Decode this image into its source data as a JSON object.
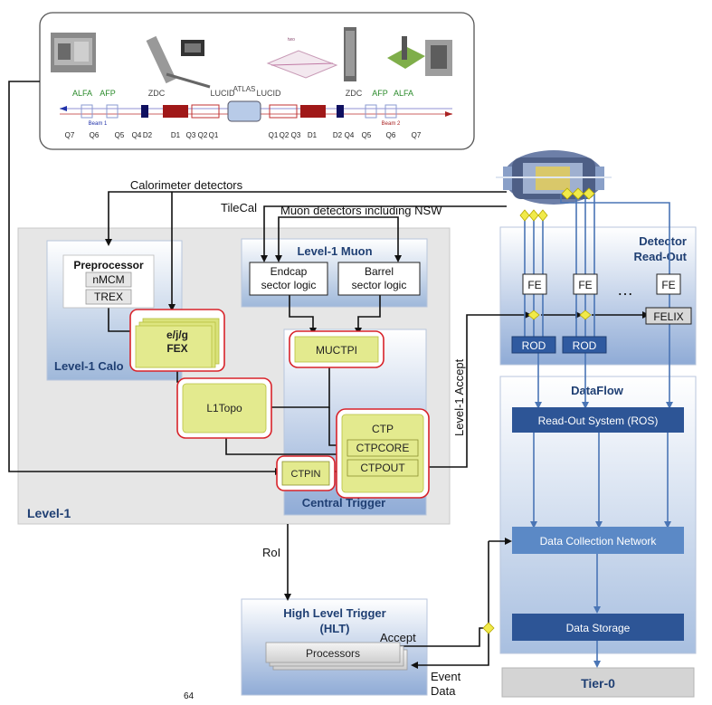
{
  "beamline": {
    "labels_top": [
      "ALFA",
      "AFP",
      "ZDC",
      "LUCID",
      "ATLAS",
      "LUCID",
      "ZDC",
      "AFP",
      "ALFA"
    ],
    "labels_bottom": [
      "Q7",
      "Q6",
      "Q5",
      "Q4",
      "D2",
      "D1",
      "Q3",
      "Q2",
      "Q1",
      "Q1",
      "Q2",
      "Q3",
      "D1",
      "D2",
      "Q4",
      "Q5",
      "Q6",
      "Q7"
    ],
    "beam1": "Beam 1",
    "beam2": "Beam 2",
    "tiny_label": "two"
  },
  "labels": {
    "calorimeter_detectors": "Calorimeter detectors",
    "tilecal": "TileCal",
    "muon_detectors": "Muon detectors including NSW",
    "level1_accept": "Level-1 Accept",
    "roi": "RoI",
    "accept": "Accept",
    "event": "Event",
    "data": "Data",
    "page_number": "64"
  },
  "level1": {
    "title": "Level-1",
    "calo": {
      "title": "Level-1 Calo",
      "preprocessor": "Preprocessor",
      "nmcm": "nMCM",
      "trex": "TREX",
      "fex_line1": "e/j/g",
      "fex_line2": "FEX",
      "l1topo": "L1Topo"
    },
    "muon": {
      "title": "Level-1 Muon",
      "endcap_line1": "Endcap",
      "endcap_line2": "sector logic",
      "barrel_line1": "Barrel",
      "barrel_line2": "sector logic",
      "muctpi": "MUCTPI"
    },
    "central": {
      "title": "Central Trigger",
      "ctp": "CTP",
      "ctpcore": "CTPCORE",
      "ctpout": "CTPOUT",
      "ctpin": "CTPIN"
    }
  },
  "readout": {
    "title_line1": "Detector",
    "title_line2": "Read-Out",
    "fe": [
      "FE",
      "FE",
      "FE"
    ],
    "dots": "…",
    "rod": [
      "ROD",
      "ROD"
    ],
    "felix": "FELIX"
  },
  "dataflow": {
    "title": "DataFlow",
    "ros": "Read-Out System (ROS)",
    "dcn": "Data Collection Network",
    "storage": "Data Storage"
  },
  "hlt": {
    "title_line1": "High Level Trigger",
    "title_line2": "(HLT)",
    "processors": "Processors"
  },
  "tier0": "Tier-0",
  "colors": {
    "yellow_fill": "#e3ea8e",
    "red_border": "#d8232a",
    "panel_blue": "#2c4f8f",
    "bar_blue": "#2d5596",
    "light_blue": "#5b89c6",
    "gray_panel": "#e6e6e6"
  }
}
